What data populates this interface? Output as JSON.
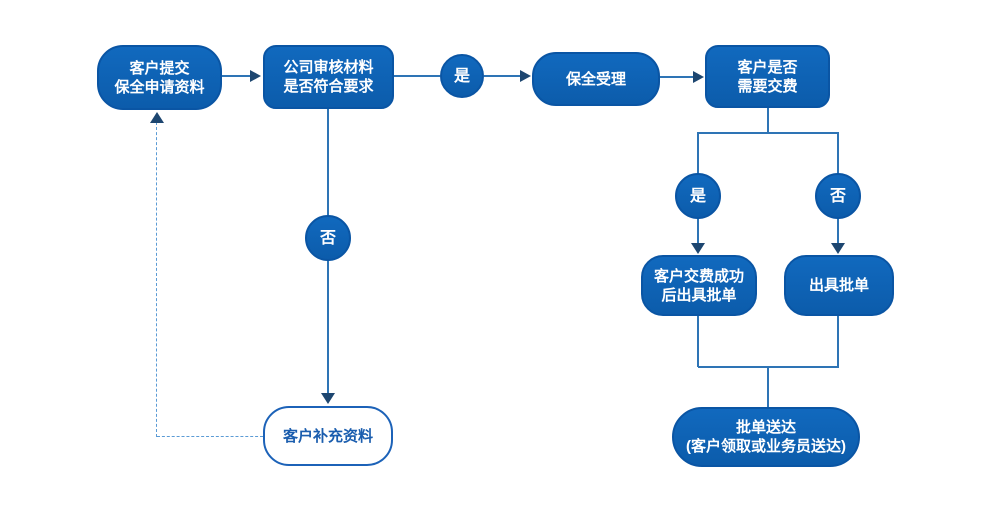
{
  "diagram": {
    "type": "flowchart",
    "colors": {
      "node_fill": "#0E63B2",
      "node_border": "#0A55A4",
      "node_text": "#FFFFFF",
      "outline_node_fill": "#FFFFFF",
      "outline_node_text": "#1A5DAE",
      "line": "#2E74B5",
      "arrowhead": "#1D4670",
      "dashed_line": "#5B9BD5",
      "background": "#FFFFFF"
    },
    "nodes": {
      "submit": {
        "label": "客户提交\n保全申请资料"
      },
      "review": {
        "label": "公司审核材料\n是否符合要求"
      },
      "yes1": {
        "label": "是"
      },
      "accept": {
        "label": "保全受理"
      },
      "need_pay": {
        "label": "客户是否\n需要交费"
      },
      "no1": {
        "label": "否"
      },
      "supplement": {
        "label": "客户补充资料"
      },
      "yes2": {
        "label": "是"
      },
      "no2": {
        "label": "否"
      },
      "pay_issue": {
        "label": "客户交费成功\n后出具批单"
      },
      "issue": {
        "label": "出具批单"
      },
      "deliver": {
        "label": "批单送达\n(客户领取或业务员送达)"
      }
    },
    "edges": [
      {
        "from": "submit",
        "to": "review",
        "style": "solid-arrow"
      },
      {
        "from": "review",
        "to": "accept",
        "via": "yes1",
        "style": "solid-arrow"
      },
      {
        "from": "accept",
        "to": "need_pay",
        "style": "solid-arrow"
      },
      {
        "from": "review",
        "to": "supplement",
        "via": "no1",
        "style": "solid-arrow"
      },
      {
        "from": "need_pay",
        "to": "pay_issue",
        "via": "yes2",
        "style": "solid-arrow"
      },
      {
        "from": "need_pay",
        "to": "issue",
        "via": "no2",
        "style": "solid-arrow"
      },
      {
        "from": "pay_issue",
        "to": "deliver",
        "style": "solid"
      },
      {
        "from": "issue",
        "to": "deliver",
        "style": "solid"
      },
      {
        "from": "supplement",
        "to": "submit",
        "style": "dashed-arrow"
      }
    ]
  }
}
